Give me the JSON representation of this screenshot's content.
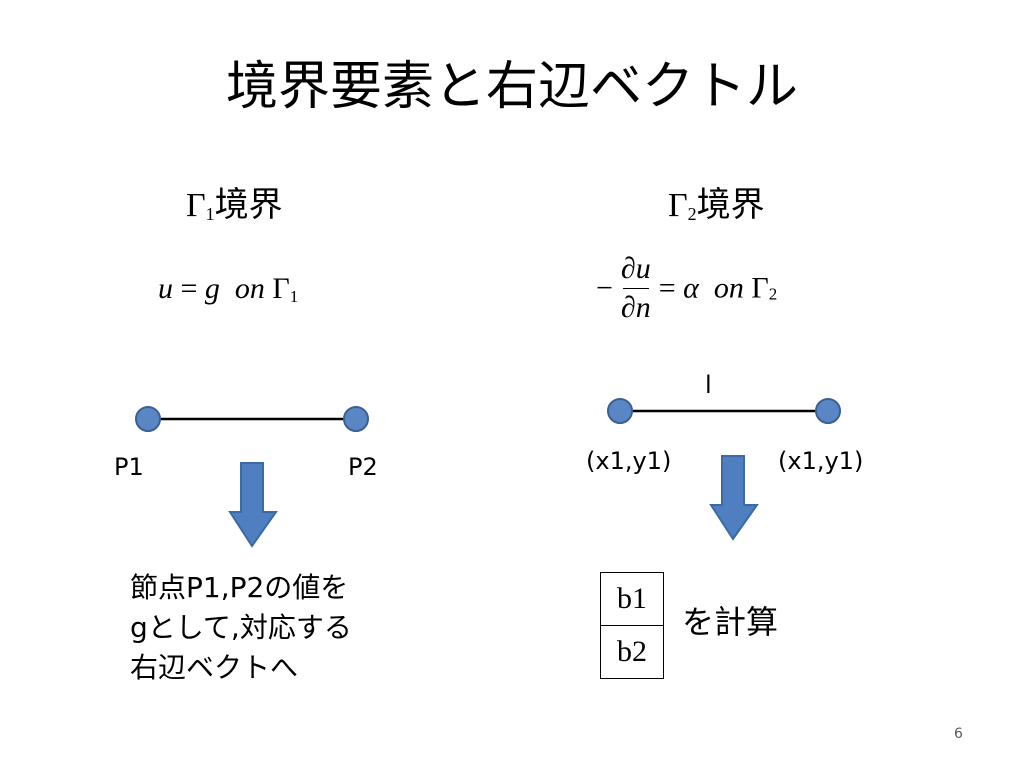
{
  "title": "境界要素と右辺ベクトル",
  "left": {
    "heading": {
      "symbol": "Γ",
      "sub": "1",
      "text": "境界"
    },
    "formula": {
      "lhs": "u",
      "eq": "=",
      "rhs": "g",
      "on": "on",
      "gamma": "Γ",
      "sub": "1"
    },
    "points": {
      "p1": "P1",
      "p2": "P2"
    },
    "note": [
      "節点P1,P2の値を",
      "gとして,対応する",
      "右辺ベクトへ"
    ]
  },
  "right": {
    "heading": {
      "symbol": "Γ",
      "sub": "2",
      "text": "境界"
    },
    "formula": {
      "minus": "−",
      "num": "∂u",
      "den": "∂n",
      "eq": "=",
      "alpha": "α",
      "on": "on",
      "gamma": "Γ",
      "sub": "2"
    },
    "segment_label": "l",
    "points": {
      "p1": "(x1,y1)",
      "p2": "(x1,y1)"
    },
    "vector": [
      "b1",
      "b2"
    ],
    "calc_text": "を計算"
  },
  "page_number": "6",
  "colors": {
    "node_fill": "#5b86c5",
    "node_stroke": "#3a5f94",
    "arrow_fill": "#4f7fc0",
    "arrow_stroke": "#3a6aa3"
  },
  "icons": {
    "arrow": "down-arrow-icon",
    "node": "circle-node-icon"
  }
}
